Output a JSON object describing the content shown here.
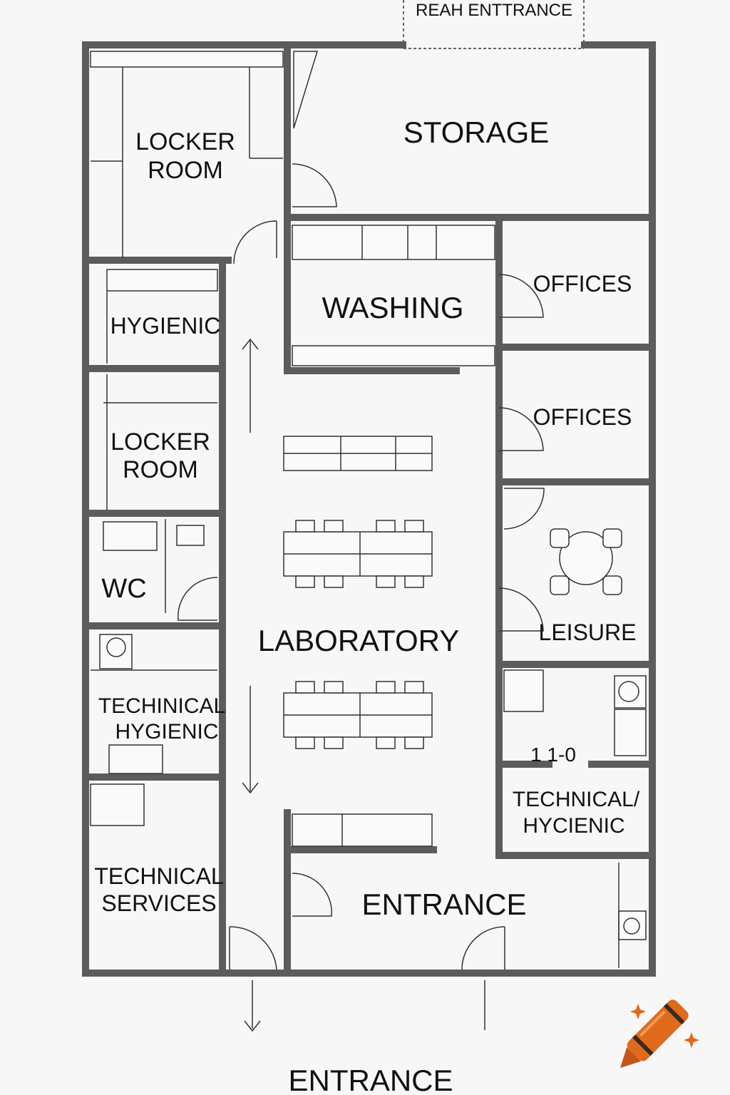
{
  "rooms": {
    "rear_entrance": "REAH ENTTRANCE",
    "storage": "STORAGE",
    "locker_room_1": [
      "LOCKER",
      "ROOM"
    ],
    "hygienic": "HYGIENIC",
    "washing": "WASHING",
    "offices_1": "OFFICES",
    "offices_2": "OFFICES",
    "locker_room_2": [
      "LOCKER",
      "ROOM"
    ],
    "wc": "WC",
    "laboratory": "LABORATORY",
    "leisure": "LEISURE",
    "technical_hygienic_left": [
      "TECHINICAL",
      "HYGIENIC"
    ],
    "dimension_note": "1 1-0",
    "technical_hygienic_right": [
      "TECHNICAL/",
      "HYCIENIC"
    ],
    "technical_services": [
      "TECHNICAL",
      "SERVICES"
    ],
    "entrance_inner": "ENTRANCE",
    "entrance_outer": "ENTRANCE"
  },
  "colors": {
    "wall": "#5c5c5c",
    "crayon": "#e06a1c"
  },
  "icons": [
    "crayon-logo-icon"
  ]
}
